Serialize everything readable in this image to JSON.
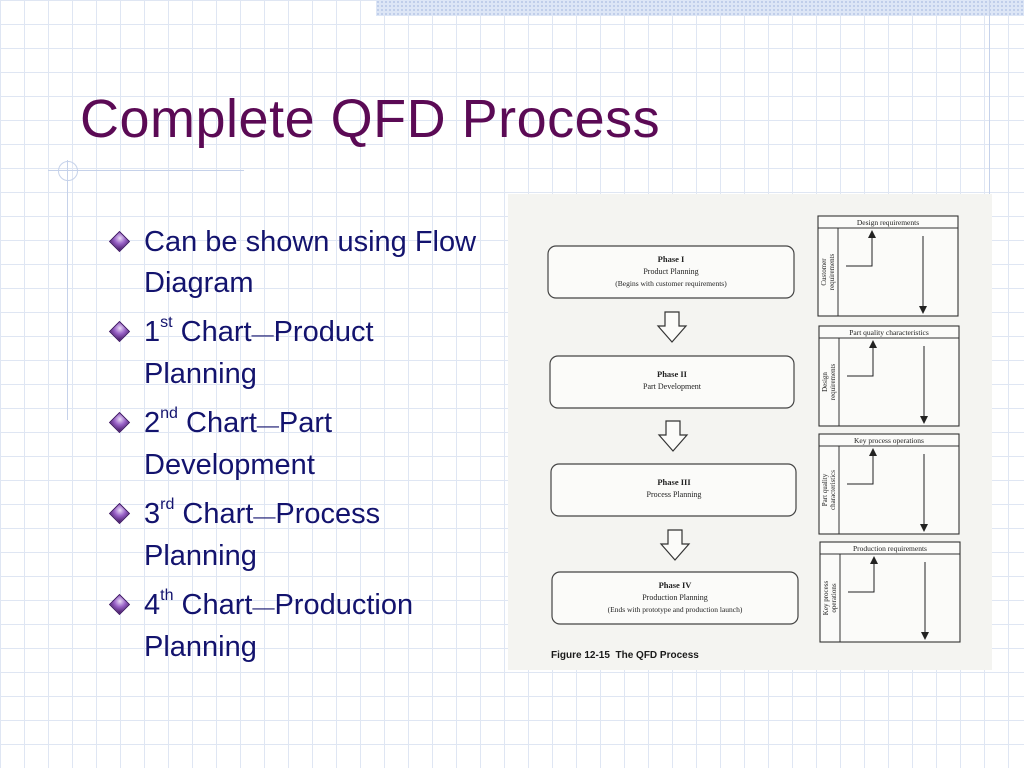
{
  "slide": {
    "title": "Complete QFD Process",
    "bullets": [
      {
        "pre": "Can be shown using Flow Diagram"
      },
      {
        "num": "1",
        "ord": "st",
        "word": " Chart",
        "dash": "—",
        "post": "Product Planning"
      },
      {
        "num": "2",
        "ord": "nd",
        "word": " Chart",
        "dash": "—",
        "post": "Part Development"
      },
      {
        "num": "3",
        "ord": "rd",
        "word": " Chart",
        "dash": "—",
        "post": "Process Planning"
      },
      {
        "num": "4",
        "ord": "th",
        "word": " Chart",
        "dash": "—",
        "post": "Production Planning"
      }
    ]
  },
  "figure": {
    "caption_number": "Figure 12-15",
    "caption_title": "The QFD Process",
    "phases": [
      {
        "title": "Phase I",
        "subtitle": "Product Planning",
        "note": "(Begins with customer requirements)"
      },
      {
        "title": "Phase II",
        "subtitle": "Part Development",
        "note": ""
      },
      {
        "title": "Phase III",
        "subtitle": "Process Planning",
        "note": ""
      },
      {
        "title": "Phase IV",
        "subtitle": "Production Planning",
        "note": "(Ends with prototype and production launch)"
      }
    ],
    "matrices": [
      {
        "top": "Design requirements",
        "side_1": "Customer",
        "side_2": "requirements"
      },
      {
        "top": "Part quality characteristics",
        "side_1": "Design",
        "side_2": "requirements"
      },
      {
        "top": "Key process operations",
        "side_1": "Part quality",
        "side_2": "characteristics"
      },
      {
        "top": "Production requirements",
        "side_1": "Key process",
        "side_2": "operations"
      }
    ]
  },
  "colors": {
    "title": "#5b0a55",
    "body_text": "#13136e",
    "bullet": "#7b3fae",
    "grid": "#dfe6f3"
  },
  "icons": {
    "bullet": "diamond-bullet-icon"
  }
}
